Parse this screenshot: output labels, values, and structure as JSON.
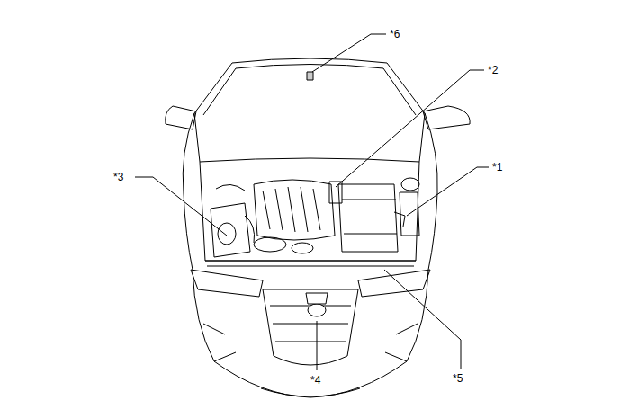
{
  "diagram": {
    "labels": [
      "*6",
      "*2",
      "*1",
      "*3",
      "*5",
      "*4"
    ]
  }
}
